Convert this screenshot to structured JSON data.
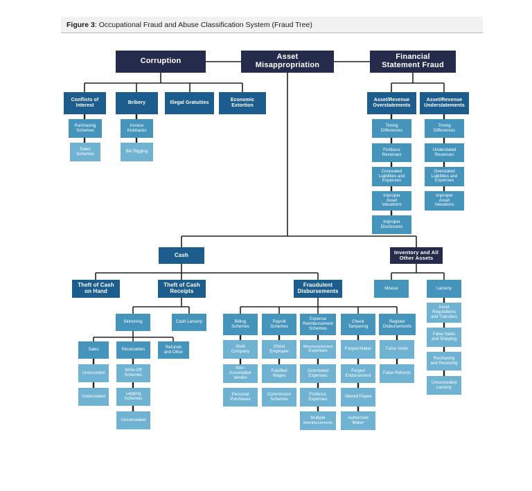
{
  "figure": {
    "label": "Figure 3",
    "separator": ":",
    "title": "Occupational Fraud and Abuse Classification System (Fraud Tree)",
    "full_caption": "Figure 3: Occupational Fraud and Abuse Classification System (Fraud Tree)"
  },
  "colors": {
    "tier1": "#252b4a",
    "tier2": "#1c5d8e",
    "tier3": "#4494bb",
    "tier4": "#6fb2d2",
    "connector": "#231f20",
    "caption_bg": "#f1f1f1",
    "page_bg": "#ffffff"
  },
  "tree": {
    "roots": [
      {
        "id": "corruption",
        "label": "Corruption"
      },
      {
        "id": "asset-misappropriation",
        "label": "Asset\nMisappropriation"
      },
      {
        "id": "financial-statement-fraud",
        "label": "Financial\nStatement Fraud"
      }
    ]
  },
  "nodes": {
    "corruption": "Corruption",
    "asset_misappropriation_l1": "Asset",
    "asset_misappropriation_l2": "Misappropriation",
    "financial_statement_fraud_l1": "Financial",
    "financial_statement_fraud_l2": "Statement Fraud",
    "conflicts_of_interest_l1": "Conflicts of",
    "conflicts_of_interest_l2": "Interest",
    "purchasing_schemes_l1": "Purchasing",
    "purchasing_schemes_l2": "Schemes",
    "sales_schemes_l1": "Sales",
    "sales_schemes_l2": "Schemes",
    "bribery": "Bribery",
    "invoice_kickbacks_l1": "Invoice",
    "invoice_kickbacks_l2": "Kickbacks",
    "bid_rigging": "Bid Rigging",
    "illegal_gratuities": "Illegal Gratuities",
    "economic_extortion_l1": "Economic",
    "economic_extortion_l2": "Extortion",
    "asset_revenue_overstatements_l1": "Asset/Revenue",
    "asset_revenue_overstatements_l2": "Overstatements",
    "timing_differences_over_l1": "Timing",
    "timing_differences_over_l2": "Differences",
    "fictitious_revenues_l1": "Fictitious",
    "fictitious_revenues_l2": "Revenues",
    "concealed_liabilities_l1": "Concealed",
    "concealed_liabilities_l2": "Liabilities and",
    "concealed_liabilities_l3": "Expenses",
    "improper_asset_valuations_over_l1": "Improper",
    "improper_asset_valuations_over_l2": "Asset",
    "improper_asset_valuations_over_l3": "Valuations",
    "improper_disclosures_l1": "Improper",
    "improper_disclosures_l2": "Disclosures",
    "asset_revenue_understatements_l1": "Asset/Revenue",
    "asset_revenue_understatements_l2": "Understatements",
    "timing_differences_under_l1": "Timing",
    "timing_differences_under_l2": "Differences",
    "understated_revenues_l1": "Understated",
    "understated_revenues_l2": "Revenues",
    "overstated_liabilities_l1": "Overstated",
    "overstated_liabilities_l2": "Liabilities and",
    "overstated_liabilities_l3": "Expenses",
    "improper_asset_valuations_under_l1": "Improper",
    "improper_asset_valuations_under_l2": "Asset",
    "improper_asset_valuations_under_l3": "Valuations",
    "cash": "Cash",
    "inventory_all_other_assets_l1": "Inventory and All",
    "inventory_all_other_assets_l2": "Other Assets",
    "theft_of_cash_on_hand_l1": "Theft of Cash",
    "theft_of_cash_on_hand_l2": "on Hand",
    "theft_of_cash_receipts_l1": "Theft of Cash",
    "theft_of_cash_receipts_l2": "Receipts",
    "fraudulent_disbursements_l1": "Fraudulent",
    "fraudulent_disbursements_l2": "Disbursements",
    "skimming": "Skimming",
    "cash_larceny": "Cash Larceny",
    "sales": "Sales",
    "receivables": "Receivables",
    "refunds_and_other_l1": "Refunds",
    "refunds_and_other_l2": "and Other",
    "unrecorded": "Unrecorded",
    "understated": "Understated",
    "write_off_schemes_l1": "Write-Off",
    "write_off_schemes_l2": "Schemes",
    "lapping_schemes_l1": "Lapping",
    "lapping_schemes_l2": "Schemes",
    "unconcealed": "Unconcealed",
    "billing_schemes_l1": "Billing",
    "billing_schemes_l2": "Schemes",
    "shell_company_l1": "Shell",
    "shell_company_l2": "Company",
    "non_accomplice_vendor_l1": "Non-",
    "non_accomplice_vendor_l2": "Accomplice",
    "non_accomplice_vendor_l3": "Vendor",
    "personal_purchases_l1": "Personal",
    "personal_purchases_l2": "Purchases",
    "payroll_schemes_l1": "Payroll",
    "payroll_schemes_l2": "Schemes",
    "ghost_employee_l1": "Ghost",
    "ghost_employee_l2": "Employee",
    "falsified_wages_l1": "Falsified",
    "falsified_wages_l2": "Wages",
    "commission_schemes_l1": "Commission",
    "commission_schemes_l2": "Schemes",
    "expense_reimbursement_schemes_l1": "Expense",
    "expense_reimbursement_schemes_l2": "Reimbursement",
    "expense_reimbursement_schemes_l3": "Schemes",
    "mischaracterized_expenses_l1": "Mischaracterized",
    "mischaracterized_expenses_l2": "Expenses",
    "overstated_expenses_l1": "Overstated",
    "overstated_expenses_l2": "Expenses",
    "fictitious_expenses_l1": "Fictitious",
    "fictitious_expenses_l2": "Expenses",
    "multiple_reimbursements_l1": "Multiple",
    "multiple_reimbursements_l2": "Reimbursements",
    "check_tampering_l1": "Check",
    "check_tampering_l2": "Tampering",
    "forged_maker": "Forged Maker",
    "forged_endorsement_l1": "Forged",
    "forged_endorsement_l2": "Endorsement",
    "altered_payee": "Altered Payee",
    "authorized_maker_l1": "Authorized",
    "authorized_maker_l2": "Maker",
    "register_disbursements_l1": "Register",
    "register_disbursements_l2": "Disbursements",
    "false_voids": "False Voids",
    "false_refunds": "False Refunds",
    "misuse": "Misuse",
    "larceny": "Larceny",
    "asset_requisitions_l1": "Asset",
    "asset_requisitions_l2": "Requisitions",
    "asset_requisitions_l3": "and Transfers",
    "false_sales_shipping_l1": "False Sales",
    "false_sales_shipping_l2": "and Shipping",
    "purchasing_receiving_l1": "Purchasing",
    "purchasing_receiving_l2": "and Receiving",
    "unconcealed_larceny_l1": "Unconcealed",
    "unconcealed_larceny_l2": "Larceny"
  }
}
